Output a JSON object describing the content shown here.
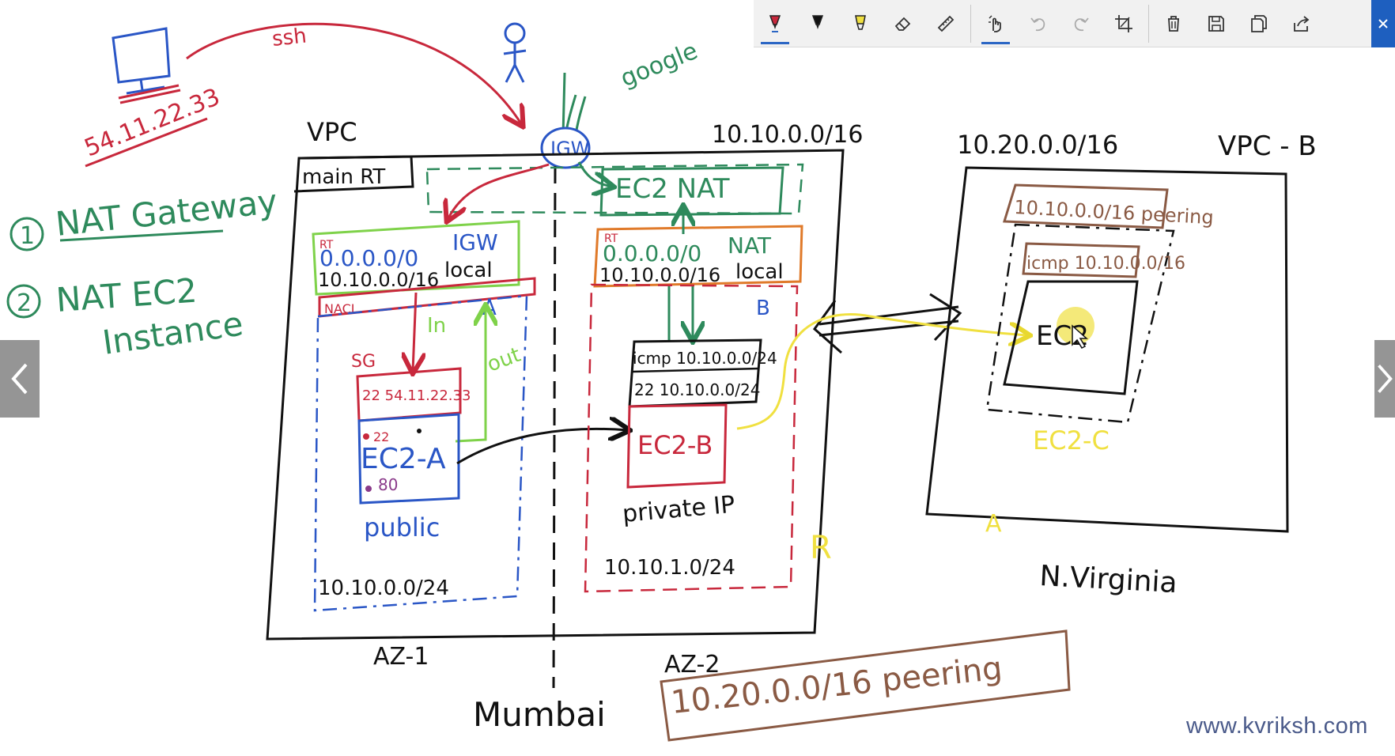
{
  "toolbar": {
    "tools": [
      {
        "name": "ballpoint-pen",
        "icon": "pen-icon"
      },
      {
        "name": "pencil",
        "icon": "pencil-icon"
      },
      {
        "name": "highlighter",
        "icon": "highlighter-icon"
      },
      {
        "name": "eraser",
        "icon": "eraser-icon"
      },
      {
        "name": "ruler",
        "icon": "ruler-icon"
      },
      {
        "name": "touch-writing",
        "icon": "touch-writing-icon"
      },
      {
        "name": "undo",
        "icon": "undo-icon"
      },
      {
        "name": "redo",
        "icon": "redo-icon"
      },
      {
        "name": "crop",
        "icon": "crop-icon"
      },
      {
        "name": "delete",
        "icon": "trash-icon"
      },
      {
        "name": "save",
        "icon": "save-icon"
      },
      {
        "name": "copy",
        "icon": "copy-icon"
      },
      {
        "name": "share",
        "icon": "share-icon"
      }
    ],
    "accent": "#2b66c4"
  },
  "colors": {
    "ink_black": "#111111",
    "ink_red": "#c8283c",
    "ink_green": "#2e8a5c",
    "ink_lime": "#7fd24a",
    "ink_blue": "#2a56c6",
    "ink_orange": "#e07a2a",
    "ink_brown": "#8a5a44",
    "ink_yellow": "#f0e040",
    "ink_purple": "#8a3a8a"
  },
  "diagram": {
    "ip_public": "54.11.22.33",
    "ssh_label": "ssh",
    "google_label": "google",
    "igw_label": "IGW",
    "options": {
      "opt1_num": "1",
      "opt1_text": "NAT Gateway",
      "opt2_num": "2",
      "opt2_text": "NAT EC2",
      "opt2_text2": "Instance"
    },
    "vpc_a": {
      "label": "VPC",
      "cidr": "10.10.0.0/16",
      "main_rt": "main RT",
      "ec2_nat": "EC2 NAT",
      "rt_a": {
        "tag": "RT",
        "row1_dest": "0.0.0.0/0",
        "row1_target": "IGW",
        "row2_dest": "10.10.0.0/16",
        "row2_target": "local"
      },
      "nacl": "NACL",
      "subnet_a_letter": "A",
      "in_label": "In",
      "out_label": "out",
      "sg_label": "SG",
      "sg_rule": "22  54.11.22.33",
      "ec2_a": {
        "port1": "22",
        "name": "EC2-A",
        "port2": "80"
      },
      "public_label": "public",
      "subnet_a_cidr": "10.10.0.0/24",
      "rt_b": {
        "tag": "RT",
        "row1_dest": "0.0.0.0/0",
        "row1_target": "NAT",
        "row2_dest": "10.10.0.0/16",
        "row2_target": "local"
      },
      "subnet_b_letter": "B",
      "sg_b_row1": "icmp  10.10.0.0/24",
      "sg_b_row2": "22  10.10.0.0/24",
      "ec2_b": "EC2-B",
      "private_ip": "private IP",
      "subnet_b_cidr": "10.10.1.0/24",
      "r_label": "R",
      "az1": "AZ-1",
      "az2": "AZ-2",
      "region": "Mumbai",
      "peering_note": "10.20.0.0/16  peering"
    },
    "vpc_b": {
      "cidr": "10.20.0.0/16",
      "label": "VPC - B",
      "rt_peering": "10.10.0.0/16  peering",
      "sg_rule": "icmp  10.10.0.0/16",
      "ec2": "EC2",
      "ec2_c": "EC2-C",
      "subnet_letter": "A",
      "region": "N.Virginia"
    }
  },
  "watermark": "www.kvriksh.com"
}
